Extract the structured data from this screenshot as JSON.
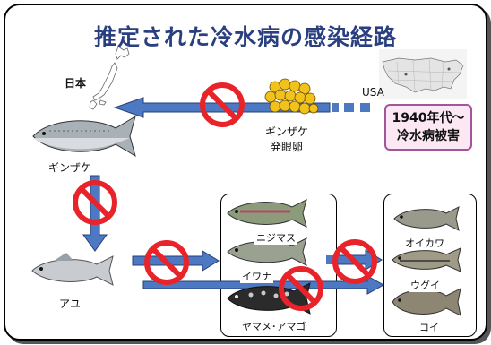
{
  "title": "推定された冷水病の感染経路",
  "labels": {
    "japan": "日本",
    "usa": "USA",
    "coho_salmon": "ギンザケ",
    "eyed_eggs_line1": "ギンザケ",
    "eyed_eggs_line2": "発眼卵",
    "ayu": "アユ",
    "rainbow_trout": "ニジマス",
    "iwana": "イワナ",
    "yamame_amago": "ヤマメ･アマゴ",
    "oikawa": "オイカワ",
    "ugui": "ウグイ",
    "koi": "コイ"
  },
  "note": {
    "line1": "1940年代～",
    "line2": "冷水病被害"
  },
  "colors": {
    "title": "#2a3f80",
    "arrow": "#4d78c2",
    "prohibit": "#e8242a",
    "egg": "#f1c21b",
    "note_border": "#a3559b",
    "note_fill": "#fbe8f3"
  },
  "icons": [
    "japan-map-icon",
    "usa-map-icon",
    "prohibit-icon",
    "fish-icon",
    "egg-cluster-icon"
  ]
}
